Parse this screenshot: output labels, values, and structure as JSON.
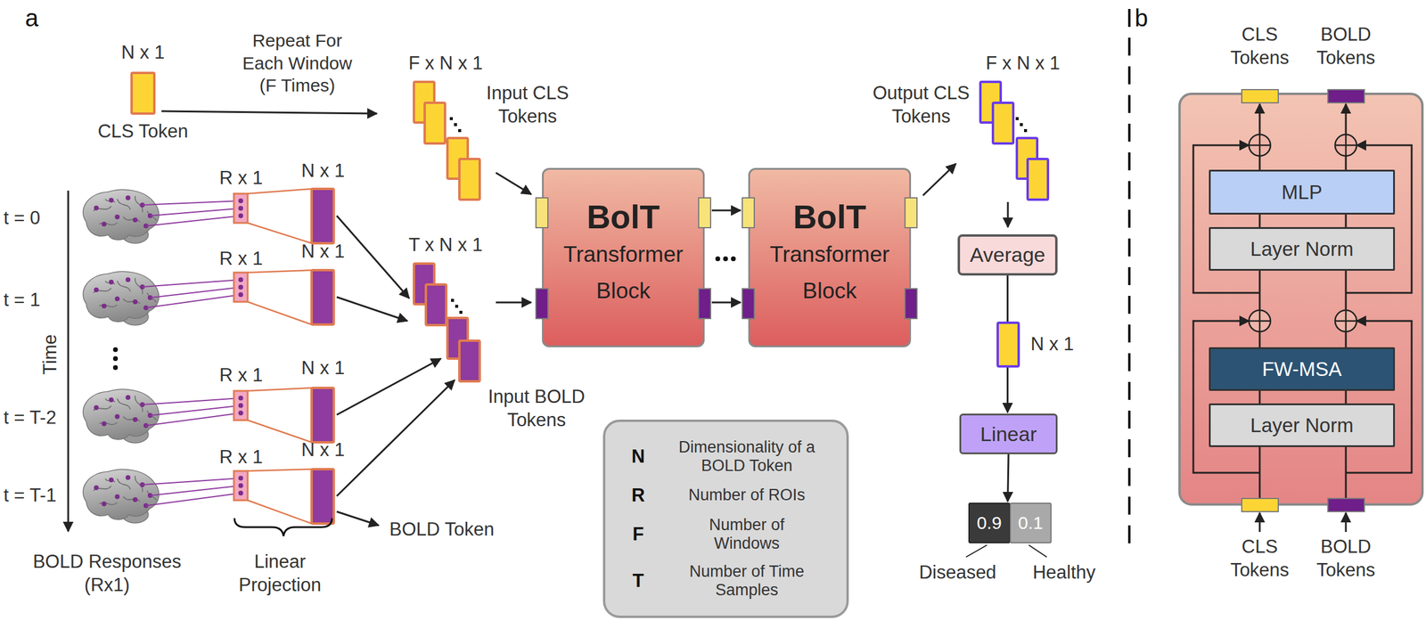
{
  "diagram": {
    "nodes": [
      {
        "text": [
          "BolT",
          "Transformer Block"
        ]
      },
      {
        "text": [
          "BolT",
          "Transformer Block"
        ]
      },
      {
        "text": [
          "Average"
        ]
      },
      {
        "text": [
          "Linear"
        ]
      },
      {
        "text": [
          "0.9"
        ]
      },
      {
        "text": [
          "0.1"
        ]
      },
      {
        "text": [
          "MLP"
        ]
      },
      {
        "text": [
          "Layer Norm"
        ]
      },
      {
        "text": [
          "FW-MSA"
        ]
      },
      {
        "text": [
          "Layer Norm"
        ]
      },
      {
        "text": [
          "N",
          "Dimensionality of a BOLD Token",
          "R",
          "Number of ROIs",
          "F",
          "Number of Windows",
          "T",
          "Number of Time Samples"
        ]
      }
    ],
    "edges": [
      {
        "from": 0,
        "to": 1,
        "arrow": "to"
      },
      {
        "from": 0,
        "to": 1,
        "arrow": "to"
      },
      {
        "from": 2,
        "to": 3,
        "arrow": "to"
      },
      {
        "from": 3,
        "to": 4,
        "arrow": "to"
      },
      {
        "from": 9,
        "to": 8,
        "arrow": "none"
      },
      {
        "from": 9,
        "to": 8,
        "arrow": "none"
      },
      {
        "from": 8,
        "to": 7,
        "arrow": "none"
      },
      {
        "from": 8,
        "to": 7,
        "arrow": "none"
      },
      {
        "from": 7,
        "to": 6,
        "arrow": "none"
      },
      {
        "from": 7,
        "to": 6,
        "arrow": "none"
      }
    ],
    "labels": [
      "a",
      "b",
      "N x 1",
      "Repeat For Each Window (F Times)",
      "CLS Token",
      "F x N x 1",
      "Input CLS Tokens",
      "t = 0",
      "t = 1",
      "t = T-2",
      "t = T-1",
      "Time",
      "R x 1",
      "R x 1",
      "R x 1",
      "R x 1",
      "N x 1",
      "N x 1",
      "N x 1",
      "N x 1",
      "T x N x 1",
      "Input BOLD Tokens",
      "BOLD Token",
      "BOLD Responses (Rx1)",
      "Linear Projection",
      "F x N x 1",
      "Output CLS Tokens",
      "N x 1",
      "Diseased",
      "Healthy",
      "CLS Tokens",
      "BOLD Tokens",
      "CLS Tokens",
      "BOLD Tokens"
    ]
  }
}
